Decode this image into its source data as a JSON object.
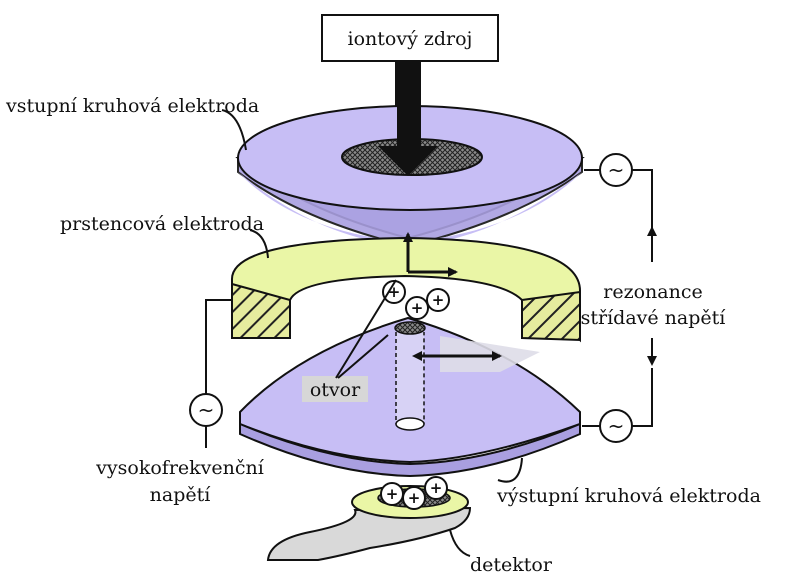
{
  "diagram": {
    "labels": {
      "ion_source": "iontový zdroj",
      "inlet_electrode": "vstupní kruhová elektroda",
      "ring_electrode": "prstencová elektroda",
      "resonance_line1": "rezonance",
      "resonance_line2": "střídavé napětí",
      "aperture": "otvor",
      "hf_voltage_line1": "vysokofrekvenční",
      "hf_voltage_line2": "napětí",
      "outlet_electrode": "výstupní kruhová elektroda",
      "detector": "detektor"
    },
    "ion_symbol": "+",
    "ac_symbol": "~",
    "colors": {
      "electrode_fill": "#c7bef5",
      "electrode_dark": "#a99fe0",
      "ring_fill": "#eaf6a6",
      "ring_section": "#d8d88a",
      "mesh": "#3a3a3a",
      "detector_fill": "#d9d9d9",
      "stroke": "#111111"
    }
  }
}
